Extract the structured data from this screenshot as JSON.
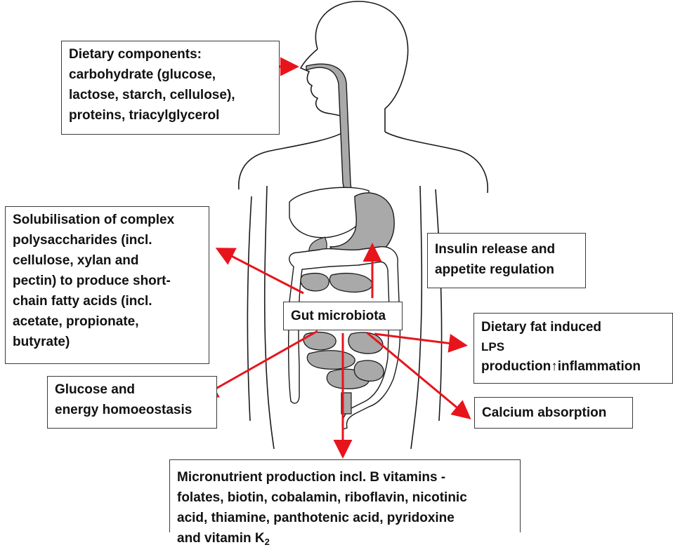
{
  "labels": {
    "dietary": [
      "Dietary components:",
      "carbohydrate (glucose,",
      "lactose, starch, cellulose),",
      "proteins, triacylglycerol"
    ],
    "solubilisation": [
      "Solubilisation of complex",
      "polysaccharides (incl.",
      "cellulose, xylan and",
      "pectin) to produce short-",
      "chain fatty acids (incl.",
      "acetate, propionate,",
      "butyrate)"
    ],
    "insulin": [
      "Insulin release and",
      "appetite regulation"
    ],
    "gut": "Gut microbiota",
    "fat": [
      "Dietary fat induced",
      "LPS",
      "production↑inflammation"
    ],
    "glucose": [
      "Glucose and",
      "energy homoeostasis"
    ],
    "calcium": "Calcium absorption",
    "micronutrient": [
      "Micronutrient production incl. B vitamins -",
      "folates, biotin, cobalamin, riboflavin, nicotinic",
      "acid, thiamine, panthotenic acid, pyridoxine"
    ],
    "micronutrient_last": "and vitamin K",
    "micronutrient_sub": "2"
  },
  "colors": {
    "arrow": "#e8141c",
    "organ_gray": "#a9a9a9",
    "outline": "#1a1a1a"
  }
}
